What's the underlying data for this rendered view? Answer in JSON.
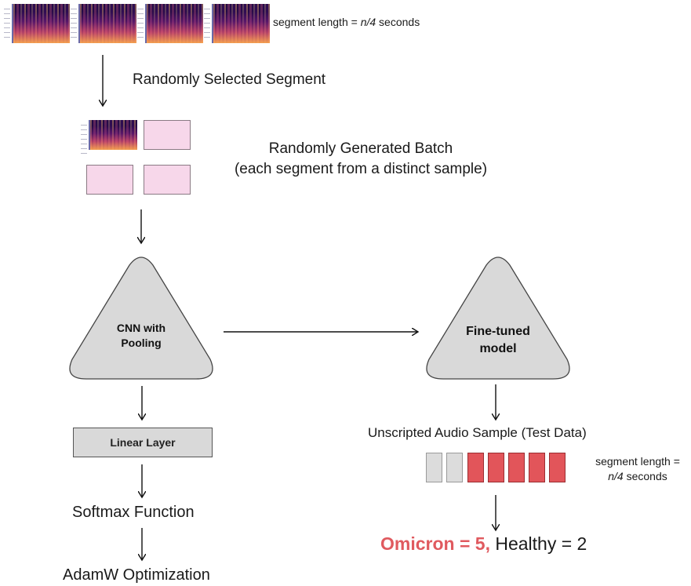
{
  "top": {
    "spectrograms_count": 4,
    "segment_length_prefix": "segment length = ",
    "segment_length_var": "n/4",
    "segment_length_suffix": " seconds",
    "selected_label": "Randomly Selected Segment"
  },
  "batch": {
    "line1": "Randomly Generated Batch",
    "line2": "(each segment from a distinct sample)"
  },
  "cnn": {
    "line1": "CNN with",
    "line2": "Pooling"
  },
  "fine_tuned": {
    "line1": "Fine-tuned",
    "line2": "model"
  },
  "left_pipeline": {
    "linear_layer": "Linear Layer",
    "softmax": "Softmax Function",
    "optimizer": "AdamW Optimization"
  },
  "test": {
    "title": "Unscripted Audio Sample (Test Data)",
    "gray_segments": 2,
    "red_segments": 5,
    "seg_prefix": "segment length =",
    "seg_var": "n/4",
    "seg_suffix": " seconds"
  },
  "result": {
    "omicron": "Omicron = 5,",
    "healthy": "Healthy = 2"
  },
  "colors": {
    "pink": "#f7d7ea",
    "gray_shape": "#d9d9d9",
    "red_segment": "#e2555a",
    "omicron_text": "#e05a5f"
  }
}
